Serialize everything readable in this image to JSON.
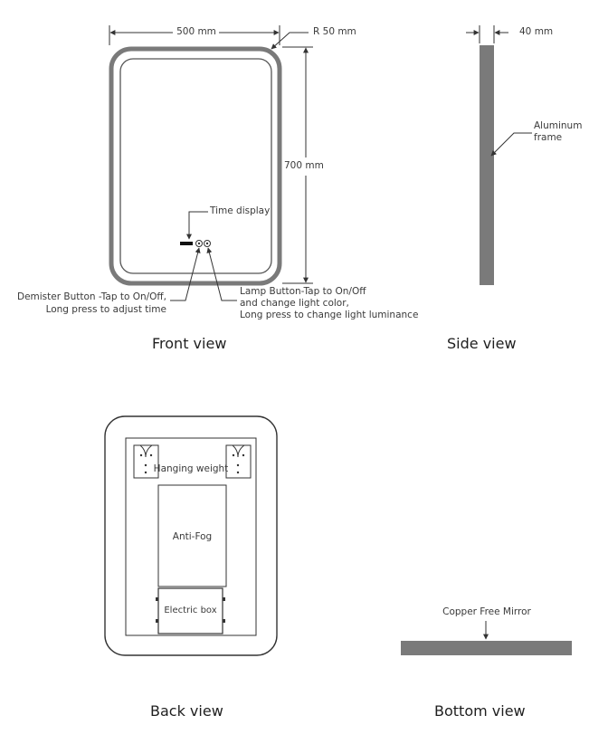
{
  "front_view": {
    "title": "Front view",
    "width_dim": "500 mm",
    "radius_dim": "R 50 mm",
    "height_dim": "700 mm",
    "time_display": "Time display",
    "demister_line1": "Demister Button -Tap to On/Off,",
    "demister_line2": "Long press to adjust time",
    "lamp_line1": "Lamp Button-Tap to On/Off",
    "lamp_line2": "and change light color,",
    "lamp_line3": "Long press to change light luminance"
  },
  "side_view": {
    "title": "Side view",
    "depth_dim": "40 mm",
    "frame_line1": "Aluminum",
    "frame_line2": "frame"
  },
  "back_view": {
    "title": "Back view",
    "hanging": "Hanging weight",
    "anti_fog": "Anti-Fog",
    "electric_box": "Electric box"
  },
  "bottom_view": {
    "title": "Bottom view",
    "mirror": "Copper Free Mirror"
  },
  "colors": {
    "frame_gray": "#7a7a7a",
    "line": "#333333",
    "text": "#3a3a3a"
  }
}
